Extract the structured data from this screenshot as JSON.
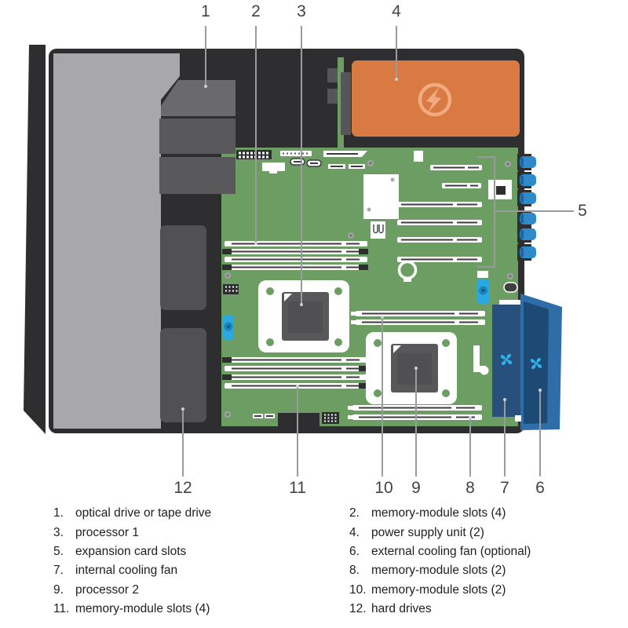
{
  "diagram": {
    "description": "server interior top view with numbered callouts",
    "callouts": {
      "c1": "1",
      "c2": "2",
      "c3": "3",
      "c4": "4",
      "c5": "5",
      "c6": "6",
      "c7": "7",
      "c8": "8",
      "c9": "9",
      "c10": "10",
      "c11": "11",
      "c12": "12"
    },
    "icons": {
      "power_supply": "lightning-bolt-icon",
      "internal_fan": "fan-icon",
      "external_fan": "fan-icon"
    },
    "colors": {
      "chassis": "#2e2e30",
      "drive_cage": "#a8a8aa",
      "drive_gray": "#59595b",
      "hard_drive": "#515153",
      "motherboard": "#6c9e63",
      "psu_orange": "#d87a42",
      "psu_icon": "#f2ab80",
      "io_plug_blue": "#2f8aca",
      "latch_blue": "#2aa9e1",
      "internal_fan_blue": "#27507c",
      "external_fan_blue": "#2f6da8",
      "fan_glyph": "#2fb0e8",
      "leader_line": "#9b9b9d",
      "slot_white": "#ffffff"
    }
  },
  "legend": {
    "left": [
      {
        "num": "1.",
        "label": "optical drive or tape drive"
      },
      {
        "num": "3.",
        "label": "processor 1"
      },
      {
        "num": "5.",
        "label": "expansion card slots"
      },
      {
        "num": "7.",
        "label": "internal cooling fan"
      },
      {
        "num": "9.",
        "label": "processor 2"
      },
      {
        "num": "11.",
        "label": "memory-module slots (4)"
      }
    ],
    "right": [
      {
        "num": "2.",
        "label": "memory-module slots (4)"
      },
      {
        "num": "4.",
        "label": "power supply unit (2)"
      },
      {
        "num": "6.",
        "label": "external cooling fan (optional)"
      },
      {
        "num": "8.",
        "label": "memory-module slots (2)"
      },
      {
        "num": "10.",
        "label": "memory-module slots (2)"
      },
      {
        "num": "12.",
        "label": "hard drives"
      }
    ]
  }
}
